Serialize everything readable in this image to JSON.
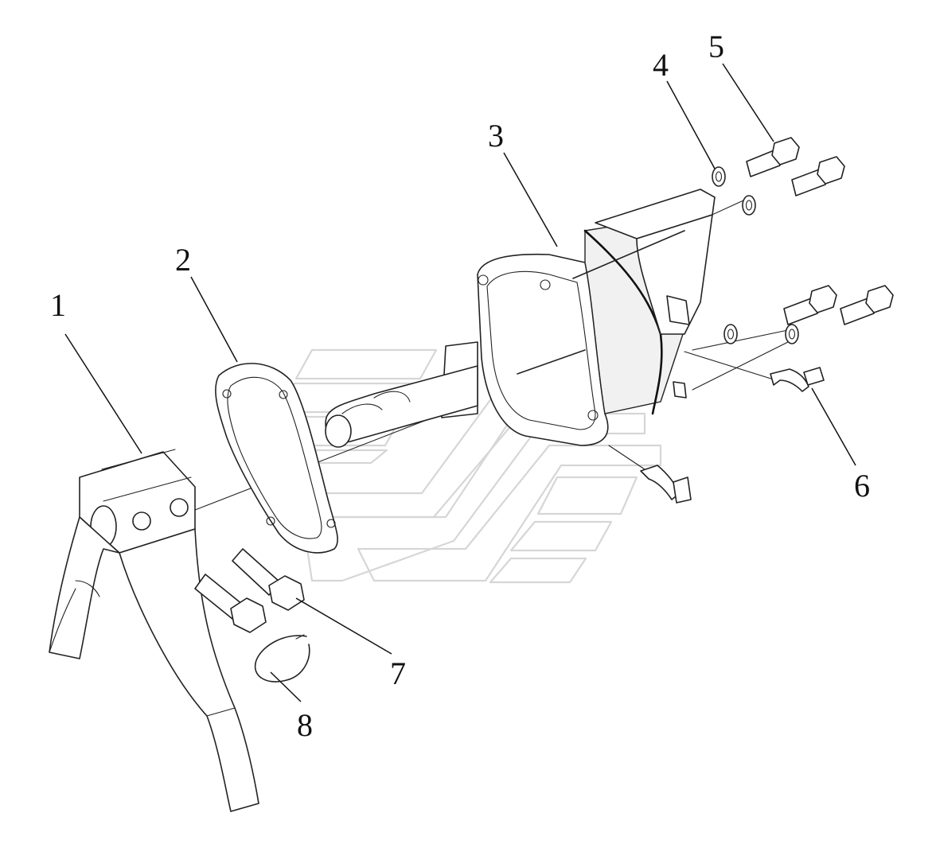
{
  "callouts": [
    {
      "id": "1",
      "label": "1"
    },
    {
      "id": "2",
      "label": "2"
    },
    {
      "id": "3",
      "label": "3"
    },
    {
      "id": "4",
      "label": "4"
    },
    {
      "id": "5",
      "label": "5"
    },
    {
      "id": "6",
      "label": "6"
    },
    {
      "id": "7",
      "label": "7"
    },
    {
      "id": "8",
      "label": "8"
    }
  ],
  "colors": {
    "line": "#222222",
    "watermark": "#d6d6d6",
    "background": "#ffffff"
  }
}
